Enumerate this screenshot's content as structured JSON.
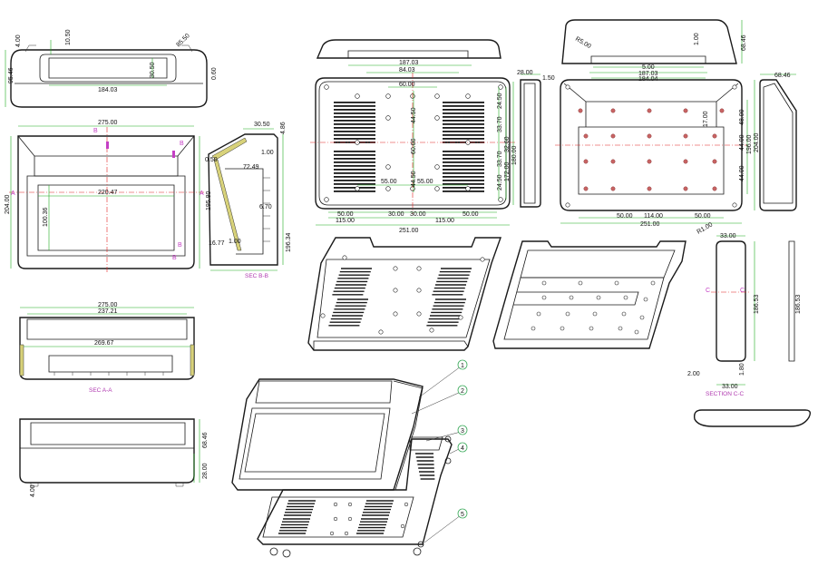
{
  "colors": {
    "outline": "#1a1a1a",
    "dimension": "#1faa1f",
    "center_line": "#e02020",
    "section_label": "#b03ab0",
    "hole_marker": "#c86464"
  },
  "top_view": {
    "d_height": "95.46",
    "d_len": "184.03",
    "d_a": "10.50",
    "d_b": "30.50",
    "d_c": "0.60",
    "d_d": "4.00",
    "d_e": "85.50"
  },
  "front_view": {
    "d_width": "275.00",
    "d_height": "204.00",
    "d_inner": "220.47",
    "d_side": "100.36",
    "d_right": "195.80",
    "letter_a": "A",
    "letter_b": "B"
  },
  "section_bb": {
    "label": "SEC B-B",
    "d_a": "30.50",
    "d_b": "4.86",
    "d_c": "0.50",
    "d_d": "72.49",
    "d_e": "1.00",
    "d_f": "6.70",
    "d_g": "16.77",
    "d_h": "1.00",
    "d_i": "196.34"
  },
  "section_aa": {
    "label": "SEC A-A",
    "d_a": "275.00",
    "d_b": "237.21",
    "d_c": "269.67"
  },
  "side_view": {
    "d_a": "68.46",
    "d_b": "28.00",
    "d_c": "4.00"
  },
  "bottom_plan": {
    "d_a": "187.03",
    "d_b": "84.03",
    "d_c": "60.00",
    "d_d": "44.50",
    "d_e": "60.00",
    "d_f": "55.00",
    "d_g": "44.50",
    "d_h": "55.00",
    "d_i": "50.00",
    "d_j": "30.00",
    "d_k": "30.00",
    "d_l": "50.00",
    "d_m": "115.00",
    "d_n": "115.00",
    "d_o": "251.00",
    "d_p": "24.50",
    "d_q": "33.70",
    "d_r": "32.60",
    "d_s": "33.70",
    "d_t": "24.50",
    "d_u": "172.00",
    "d_v": "180.00"
  },
  "bottom_side": {
    "d_a": "28.00",
    "d_b": "1.50"
  },
  "top_right_view": {
    "d_a": "68.46",
    "d_b": "1.00",
    "d_c": "5.00",
    "d_d": "187.03",
    "d_e": "184.04",
    "d_f": "R5.00"
  },
  "inner_plan": {
    "d_a": "17.00",
    "d_b": "48.00",
    "d_c": "44.00",
    "d_d": "204.00",
    "d_e": "44.00",
    "d_f": "196.00",
    "d_g": "50.00",
    "d_h": "114.00",
    "d_i": "50.00",
    "d_j": "251.00"
  },
  "right_side": {
    "d_a": "68.46"
  },
  "section_cc": {
    "label": "SECTION C-C",
    "d_a": "33.00",
    "d_b": "186.53",
    "d_c": "186.53",
    "d_d": "2.00",
    "d_e": "1.80",
    "d_f": "33.00",
    "d_g": "R1.00",
    "letter": "C"
  },
  "callouts": [
    {
      "n": "1"
    },
    {
      "n": "2"
    },
    {
      "n": "3"
    },
    {
      "n": "4"
    },
    {
      "n": "5"
    }
  ]
}
